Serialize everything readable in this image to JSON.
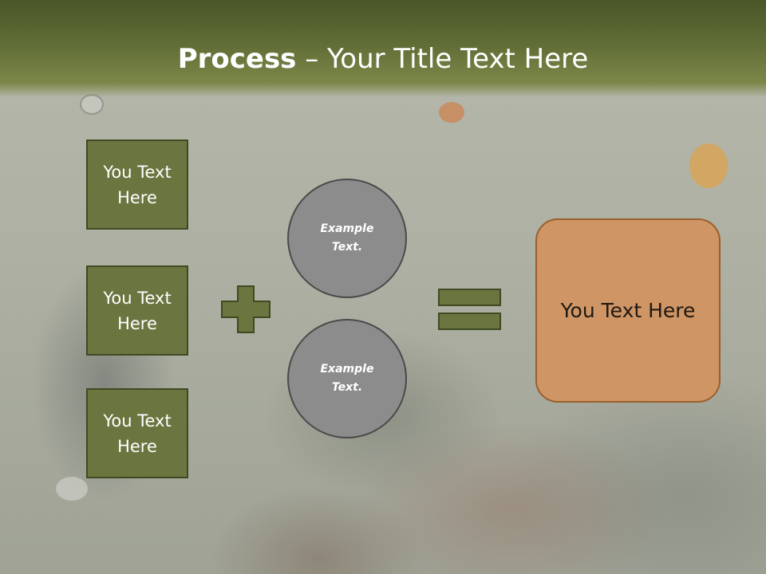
{
  "title": {
    "bold": "Process",
    "rest": " – Your Title Text Here"
  },
  "left_boxes": [
    {
      "label": "You Text Here"
    },
    {
      "label": "You Text Here"
    },
    {
      "label": "You Text Here"
    }
  ],
  "circles": [
    {
      "label": "Example Text."
    },
    {
      "label": "Example Text."
    }
  ],
  "operators": {
    "plus_icon": "plus-icon",
    "equals_icon": "equals-icon"
  },
  "result": {
    "label": "You Text Here"
  },
  "colors": {
    "header_green": "#5f6d36",
    "box_green": "#6b7540",
    "circle_gray": "#8c8c8c",
    "result_orange": "#cf9565"
  }
}
